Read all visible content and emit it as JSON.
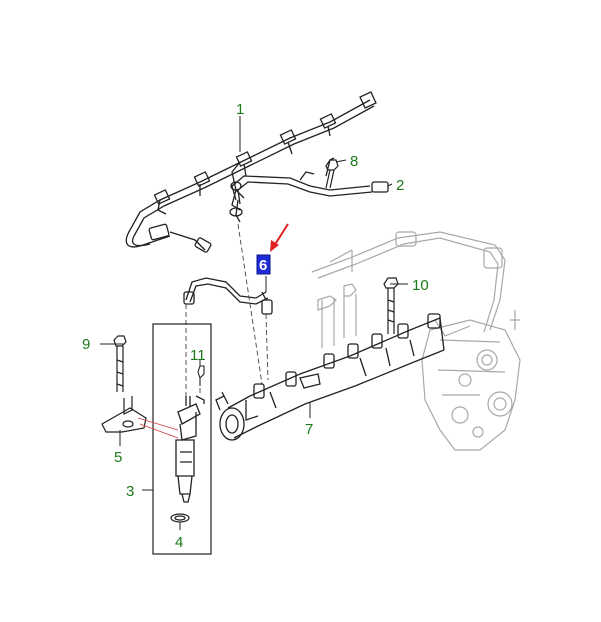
{
  "colors": {
    "line": "#222222",
    "faint": "#9a9a9a",
    "callout": "#1a7a1a",
    "highlight_box": "#1f2bd8",
    "highlight_text": "#ffffff",
    "arrow": "#e02020",
    "leader_red": "#d04040"
  },
  "callouts": [
    {
      "id": "1",
      "label": "1"
    },
    {
      "id": "2",
      "label": "2"
    },
    {
      "id": "3",
      "label": "3"
    },
    {
      "id": "4",
      "label": "4"
    },
    {
      "id": "5",
      "label": "5"
    },
    {
      "id": "6",
      "label": "6",
      "highlighted": true
    },
    {
      "id": "7",
      "label": "7"
    },
    {
      "id": "8",
      "label": "8"
    },
    {
      "id": "9",
      "label": "9"
    },
    {
      "id": "10",
      "label": "10"
    },
    {
      "id": "11",
      "label": "11"
    }
  ],
  "icons": {
    "arrow": "red-pointer-arrow-icon"
  }
}
